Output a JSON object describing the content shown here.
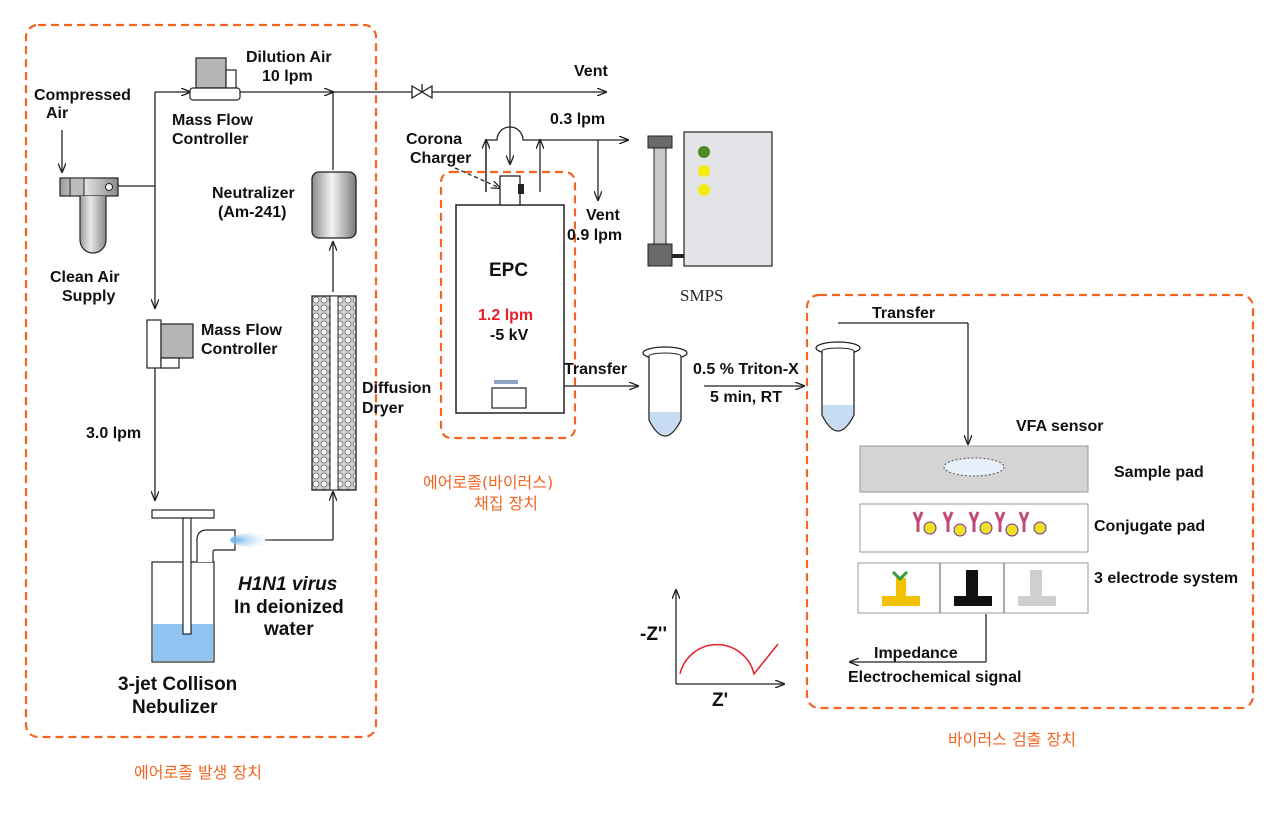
{
  "labels": {
    "compressed_air": [
      "Compressed",
      "Air"
    ],
    "dilution_air": [
      "Dilution Air",
      "10 lpm"
    ],
    "mfc_top": [
      "Mass Flow",
      "Controller"
    ],
    "neutralizer": [
      "Neutralizer",
      "(Am-241)"
    ],
    "clean_air": [
      "Clean Air",
      "Supply"
    ],
    "mfc_bottom": [
      "Mass Flow",
      "Controller"
    ],
    "flow_3": "3.0 lpm",
    "diffusion_dryer": [
      "Diffusion",
      "Dryer"
    ],
    "virus": [
      "H1N1 virus",
      "In deionized",
      "water"
    ],
    "nebulizer": [
      "3-jet Collison",
      "Nebulizer"
    ],
    "vent_top": "Vent",
    "flow_03": "0.3 lpm",
    "corona": [
      "Corona",
      "Charger"
    ],
    "vent_mid": "Vent",
    "flow_09": "0.9 lpm",
    "smps": "SMPS",
    "epc": "EPC",
    "epc_flow": "1.2 lpm",
    "epc_voltage": "-5 kV",
    "transfer_1": "Transfer",
    "triton": "0.5 % Triton-X",
    "incubation": "5 min, RT",
    "transfer_2": "Transfer",
    "vfa": "VFA sensor",
    "sample_pad": "Sample pad",
    "conjugate_pad": "Conjugate pad",
    "electrode": "3 electrode system",
    "impedance": "Impedance",
    "echem": "Electrochemical signal",
    "axis_y": "-Z''",
    "axis_x": "Z'",
    "group_generation": "에어로졸 발생 장치",
    "group_sampling": [
      "에어로졸(바이러스)",
      "채집 장치"
    ],
    "group_detection": "바이러스 검출 장치"
  },
  "colors": {
    "group_border": "#f26522",
    "flow_red": "#e8202a",
    "led_green": "#4a8a2a",
    "led_yellow": "#f4ea10"
  }
}
